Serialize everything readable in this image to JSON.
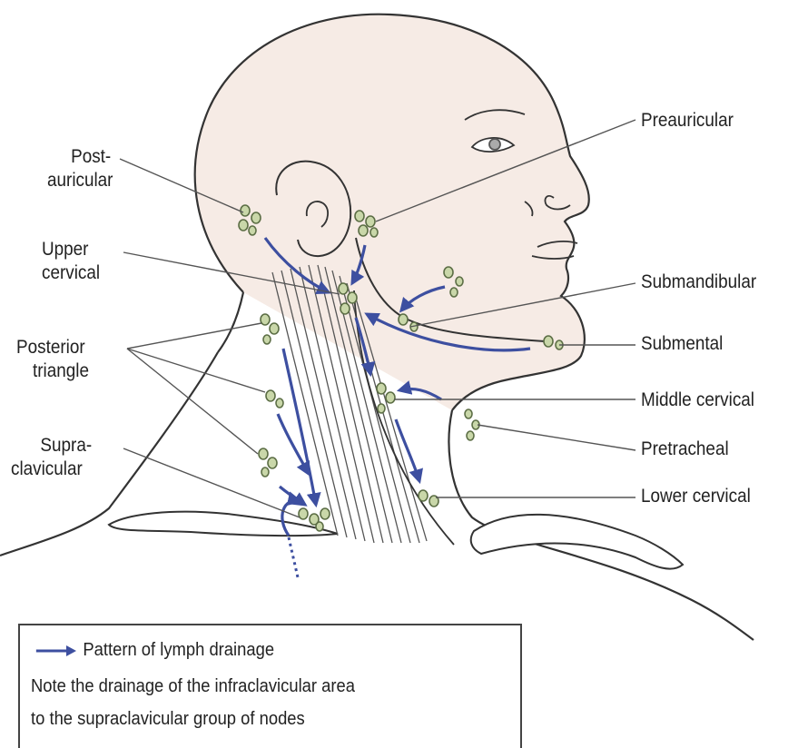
{
  "labels": {
    "post_auricular": [
      "Post-",
      "auricular"
    ],
    "upper_cervical": [
      "Upper",
      "cervical"
    ],
    "posterior_triangle": [
      "Posterior",
      "triangle"
    ],
    "supraclavicular": [
      "Supra-",
      "clavicular"
    ],
    "preauricular": "Preauricular",
    "submandibular": "Submandibular",
    "submental": "Submental",
    "middle_cervical": "Middle cervical",
    "pretracheal": "Pretracheal",
    "lower_cervical": "Lower cervical"
  },
  "legend": {
    "arrow_label": "Pattern of lymph drainage",
    "note_line_1": "Note the drainage of the infraclavicular area",
    "note_line_2": "to the supraclavicular group of nodes"
  },
  "colors": {
    "skin": "#f6ebe5",
    "outline": "#333333",
    "arrow": "#3d4fa0",
    "node_fill": "#c9d7a9",
    "node_stroke": "#5c6e45"
  }
}
